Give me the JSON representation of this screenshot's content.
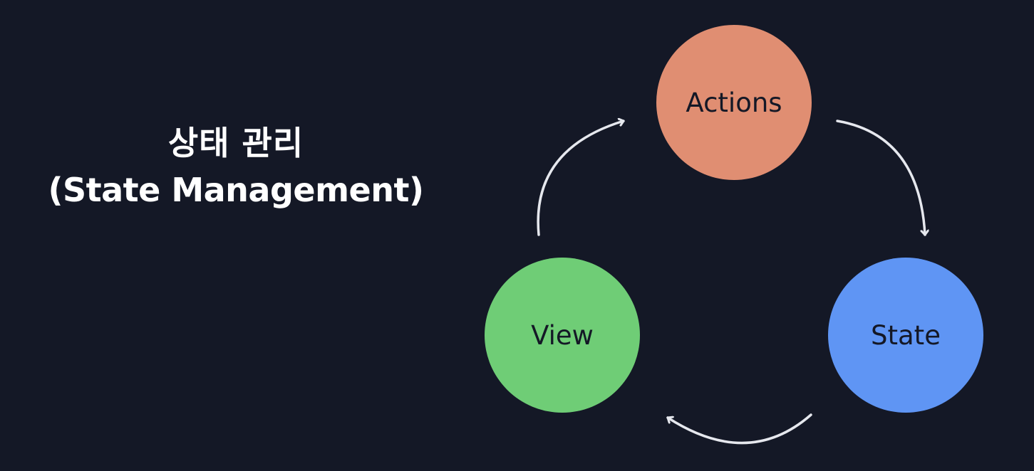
{
  "title": {
    "line1": "상태 관리",
    "line2": "(State Management)"
  },
  "nodes": {
    "actions": {
      "label": "Actions",
      "color": "#e08e72"
    },
    "state": {
      "label": "State",
      "color": "#5f95f4"
    },
    "view": {
      "label": "View",
      "color": "#6fcd76"
    }
  },
  "arrow_color": "#e6e8ee"
}
